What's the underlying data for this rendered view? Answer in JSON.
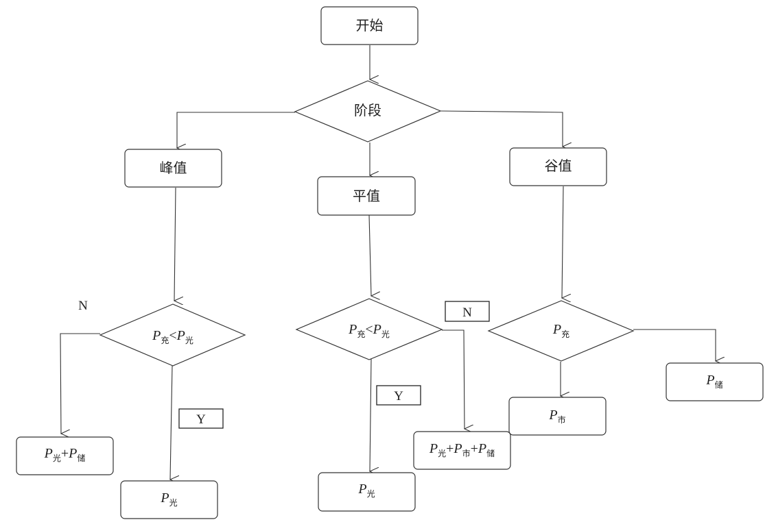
{
  "nodes": {
    "start": "开始",
    "stage": "阶段",
    "peak": "峰值",
    "flat": "平值",
    "valley": "谷值"
  },
  "conditions": {
    "peak": {
      "var1": "P",
      "sub1": "充",
      "op": "<",
      "var2": "P",
      "sub2": "光"
    },
    "flat": {
      "var1": "P",
      "sub1": "充",
      "op": "<",
      "var2": "P",
      "sub2": "光"
    },
    "valley": {
      "var1": "P",
      "sub1": "充"
    }
  },
  "outputs": {
    "peak_no": {
      "v1": "P",
      "s1": "光",
      "op1": "+",
      "v2": "P",
      "s2": "储"
    },
    "peak_yes": {
      "v1": "P",
      "s1": "光"
    },
    "flat_yes": {
      "v1": "P",
      "s1": "光"
    },
    "flat_no": {
      "v1": "P",
      "s1": "光",
      "op1": "+",
      "v2": "P",
      "s2": "市",
      "op2": "+",
      "v3": "P",
      "s3": "储"
    },
    "valley_down": {
      "v1": "P",
      "s1": "市"
    },
    "valley_right": {
      "v1": "P",
      "s1": "储"
    }
  },
  "branch_labels": {
    "peak_no": "N",
    "peak_yes": "Y",
    "flat_no": "N",
    "flat_yes": "Y"
  }
}
